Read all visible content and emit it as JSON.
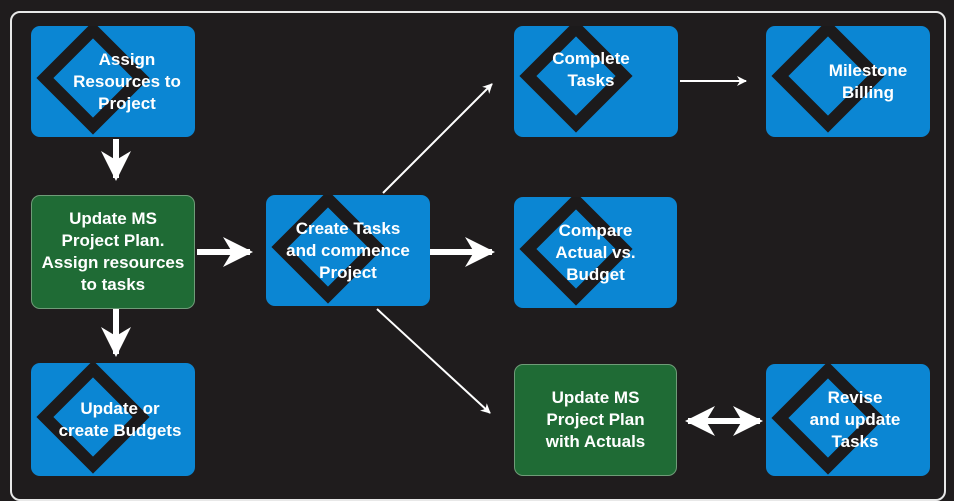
{
  "colors": {
    "background": "#1f1c1d",
    "blue_box": "#0b86d3",
    "green_box": "#1f6b35",
    "arrow": "#ffffff"
  },
  "nodes": {
    "assign_resources": "Assign\nResources to\nProject",
    "update_plan": "Update MS\nProject Plan.\nAssign resources\nto tasks",
    "update_budgets": "Update or\ncreate Budgets",
    "create_tasks": "Create Tasks\nand commence\nProject",
    "complete_tasks": "Complete\nTasks",
    "milestone_billing": "Milestone\nBilling",
    "compare_actual": "Compare\nActual vs.\nBudget",
    "update_actuals": "Update MS\nProject Plan\nwith Actuals",
    "revise_tasks": "Revise\nand update\nTasks"
  },
  "edges": [
    {
      "from": "assign_resources",
      "to": "update_plan"
    },
    {
      "from": "update_plan",
      "to": "update_budgets"
    },
    {
      "from": "update_plan",
      "to": "create_tasks"
    },
    {
      "from": "create_tasks",
      "to": "complete_tasks"
    },
    {
      "from": "create_tasks",
      "to": "compare_actual"
    },
    {
      "from": "create_tasks",
      "to": "update_actuals"
    },
    {
      "from": "complete_tasks",
      "to": "milestone_billing"
    },
    {
      "from": "update_actuals",
      "to": "revise_tasks",
      "bidirectional": true
    }
  ]
}
